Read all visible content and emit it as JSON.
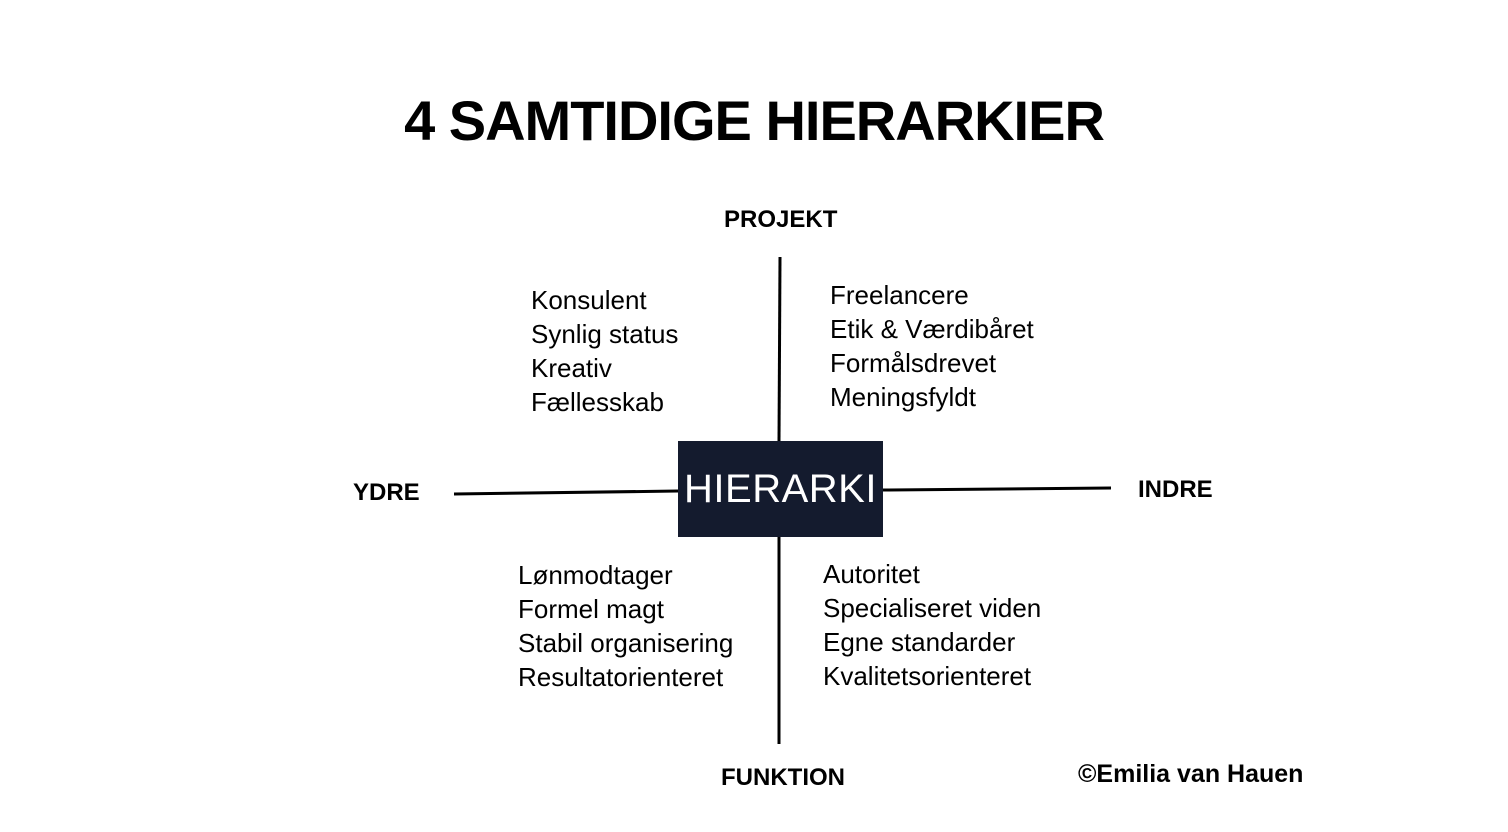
{
  "title": "4 SAMTIDIGE HIERARKIER",
  "axes": {
    "top": "PROJEKT",
    "bottom": "FUNKTION",
    "left": "YDRE",
    "right": "INDRE"
  },
  "center": {
    "label": "HIERARKI",
    "background_color": "#141b2e"
  },
  "quadrants": {
    "top_left": [
      "Konsulent",
      "Synlig status",
      "Kreativ",
      "Fællesskab"
    ],
    "top_right": [
      "Freelancere",
      "Etik & Værdibåret",
      "Formålsdrevet",
      "Meningsfyldt"
    ],
    "bottom_left": [
      "Lønmodtager",
      "Formel magt",
      "Stabil organisering",
      "Resultatorienteret"
    ],
    "bottom_right": [
      "Autoritet",
      "Specialiseret viden",
      "Egne standarder",
      "Kvalitetsorienteret"
    ]
  },
  "copyright": "©Emilia van Hauen"
}
